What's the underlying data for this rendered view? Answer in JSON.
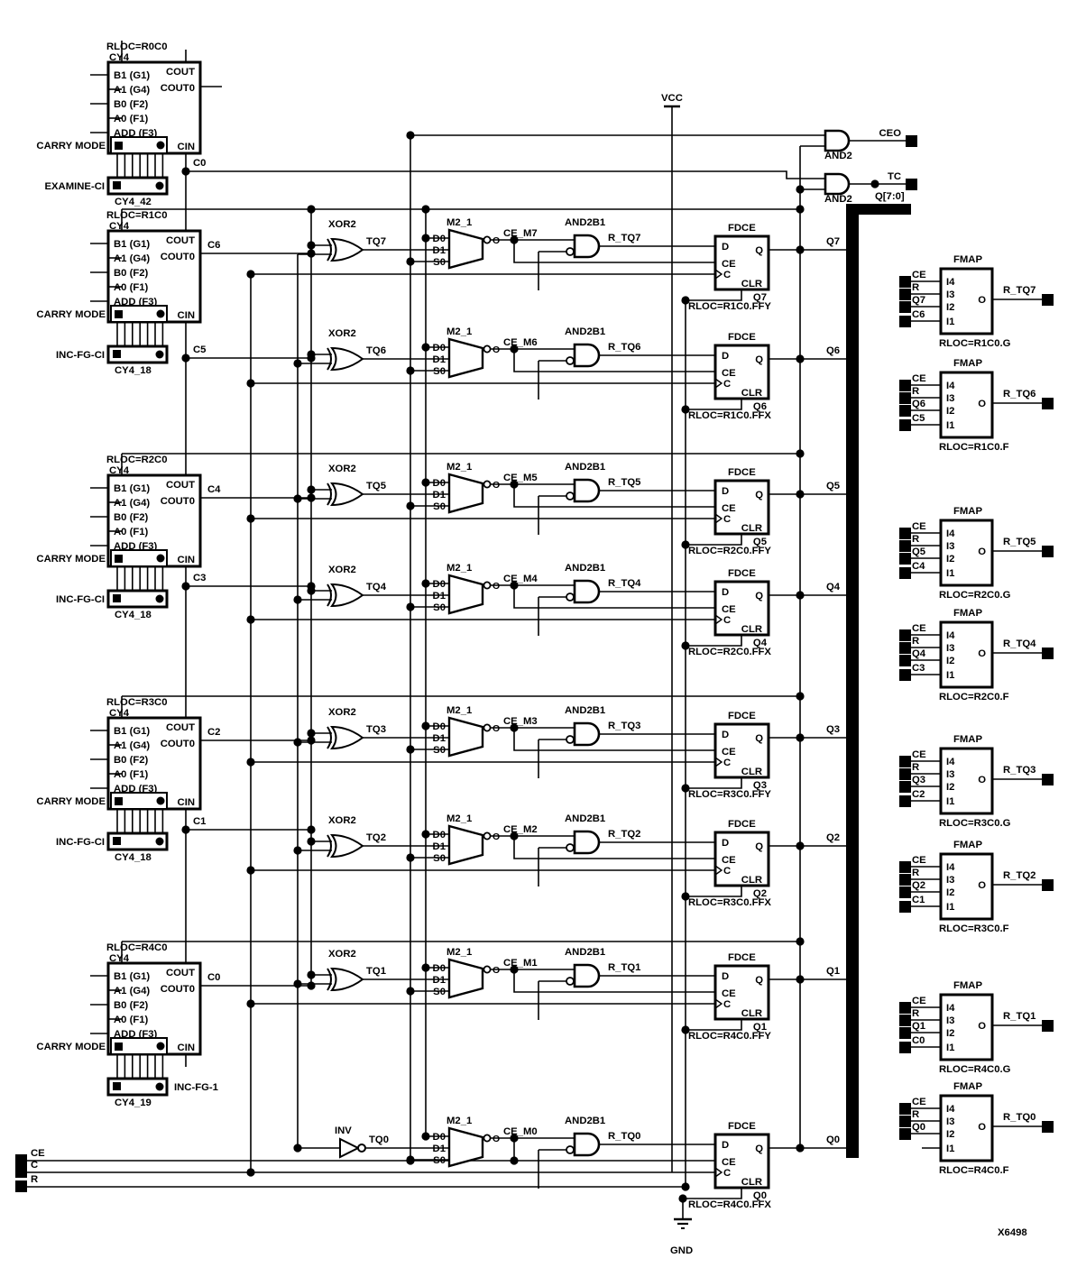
{
  "figure_label": "X6498",
  "power": {
    "vcc": "VCC",
    "gnd": "GND"
  },
  "controls": {
    "ce": "CE",
    "c": "C",
    "r": "R"
  },
  "top": {
    "ceo": "CEO",
    "tc": "TC",
    "bus": "Q[7:0]",
    "and_gate": "AND2"
  },
  "symbols": {
    "mux_name": "M2_1",
    "mux_pins": [
      "D0",
      "D1",
      "S0"
    ],
    "mux_out": "O",
    "and_name": "AND2B1",
    "ff_name": "FDCE",
    "ff_pins": [
      "D",
      "CE",
      "C",
      "CLR"
    ],
    "ff_out": "Q",
    "fmap_name": "FMAP",
    "fmap_pins": [
      "I4",
      "I3",
      "I2",
      "I1"
    ],
    "fmap_out": "O"
  },
  "cy4": {
    "name": "CY4",
    "inputs": [
      "B1 (G1)",
      "A1 (G4)",
      "B0 (F2)",
      "A0 (F1)",
      "ADD (F3)"
    ],
    "cout": "COUT",
    "cout0": "COUT0",
    "cin": "CIN",
    "carry_mode": "CARRY MODE"
  },
  "cy4_blocks": [
    {
      "rloc": "RLOC=R0C0",
      "mode_label": "EXAMINE-CI",
      "mode_side": "left",
      "instance": "CY4_42",
      "cout0_net": "",
      "cin_net": "C0"
    },
    {
      "rloc": "RLOC=R1C0",
      "mode_label": "INC-FG-CI",
      "mode_side": "left",
      "instance": "CY4_18",
      "cout0_net": "C6",
      "cin_net": "C5"
    },
    {
      "rloc": "RLOC=R2C0",
      "mode_label": "INC-FG-CI",
      "mode_side": "left",
      "instance": "CY4_18",
      "cout0_net": "C4",
      "cin_net": "C3"
    },
    {
      "rloc": "RLOC=R3C0",
      "mode_label": "INC-FG-CI",
      "mode_side": "left",
      "instance": "CY4_18",
      "cout0_net": "C2",
      "cin_net": "C1"
    },
    {
      "rloc": "RLOC=R4C0",
      "mode_label": "INC-FG-1",
      "mode_side": "right",
      "instance": "CY4_19",
      "cout0_net": "C0",
      "cin_net": ""
    }
  ],
  "rows": [
    {
      "gate": "XOR2",
      "tq": "TQ7",
      "ce": "CE_M7",
      "r": "R_TQ7",
      "q": "Q7",
      "ff_rloc": "RLOC=R1C0.FFY"
    },
    {
      "gate": "XOR2",
      "tq": "TQ6",
      "ce": "CE_M6",
      "r": "R_TQ6",
      "q": "Q6",
      "ff_rloc": "RLOC=R1C0.FFX"
    },
    {
      "gate": "XOR2",
      "tq": "TQ5",
      "ce": "CE_M5",
      "r": "R_TQ5",
      "q": "Q5",
      "ff_rloc": "RLOC=R2C0.FFY"
    },
    {
      "gate": "XOR2",
      "tq": "TQ4",
      "ce": "CE_M4",
      "r": "R_TQ4",
      "q": "Q4",
      "ff_rloc": "RLOC=R2C0.FFX"
    },
    {
      "gate": "XOR2",
      "tq": "TQ3",
      "ce": "CE_M3",
      "r": "R_TQ3",
      "q": "Q3",
      "ff_rloc": "RLOC=R3C0.FFY"
    },
    {
      "gate": "XOR2",
      "tq": "TQ2",
      "ce": "CE_M2",
      "r": "R_TQ2",
      "q": "Q2",
      "ff_rloc": "RLOC=R3C0.FFX"
    },
    {
      "gate": "XOR2",
      "tq": "TQ1",
      "ce": "CE_M1",
      "r": "R_TQ1",
      "q": "Q1",
      "ff_rloc": "RLOC=R4C0.FFY"
    },
    {
      "gate": "INV",
      "tq": "TQ0",
      "ce": "CE_M0",
      "r": "R_TQ0",
      "q": "Q0",
      "ff_rloc": "RLOC=R4C0.FFX"
    }
  ],
  "fmaps": [
    {
      "nets": [
        "CE",
        "R",
        "Q7",
        "C6"
      ],
      "out": "R_TQ7",
      "rloc": "RLOC=R1C0.G"
    },
    {
      "nets": [
        "CE",
        "R",
        "Q6",
        "C5"
      ],
      "out": "R_TQ6",
      "rloc": "RLOC=R1C0.F"
    },
    {
      "nets": [
        "CE",
        "R",
        "Q5",
        "C4"
      ],
      "out": "R_TQ5",
      "rloc": "RLOC=R2C0.G"
    },
    {
      "nets": [
        "CE",
        "R",
        "Q4",
        "C3"
      ],
      "out": "R_TQ4",
      "rloc": "RLOC=R2C0.F"
    },
    {
      "nets": [
        "CE",
        "R",
        "Q3",
        "C2"
      ],
      "out": "R_TQ3",
      "rloc": "RLOC=R3C0.G"
    },
    {
      "nets": [
        "CE",
        "R",
        "Q2",
        "C1"
      ],
      "out": "R_TQ2",
      "rloc": "RLOC=R3C0.F"
    },
    {
      "nets": [
        "CE",
        "R",
        "Q1",
        "C0"
      ],
      "out": "R_TQ1",
      "rloc": "RLOC=R4C0.G"
    },
    {
      "nets": [
        "CE",
        "R",
        "Q0",
        ""
      ],
      "out": "R_TQ0",
      "rloc": "RLOC=R4C0.F"
    }
  ]
}
